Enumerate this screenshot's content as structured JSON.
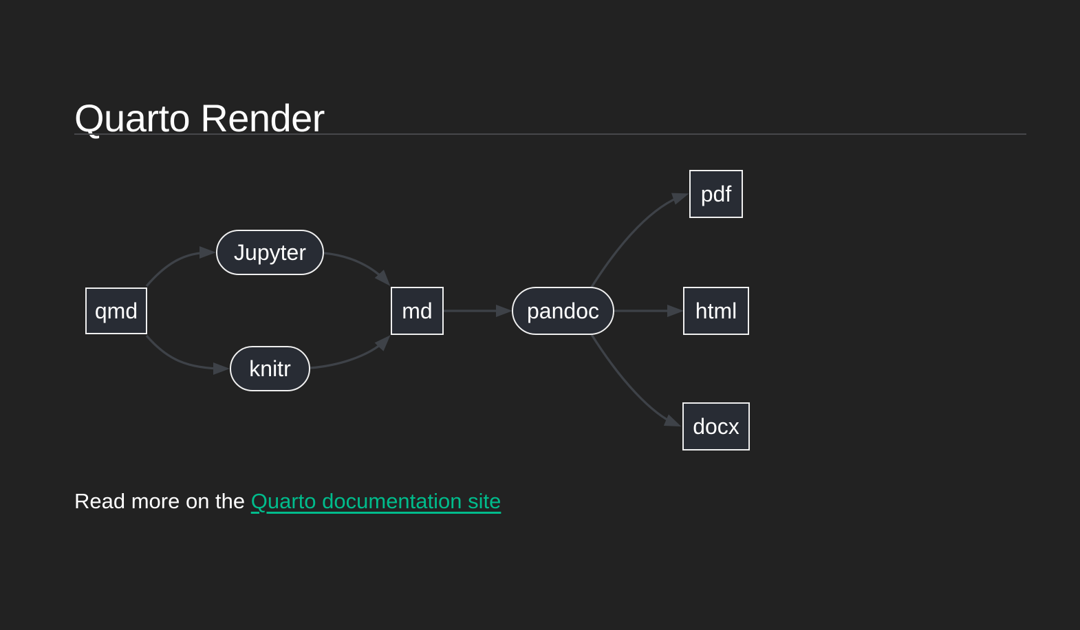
{
  "page": {
    "title": "Quarto Render",
    "background_color": "#222222",
    "text_color": "#ffffff"
  },
  "diagram": {
    "type": "flowchart",
    "direction": "left-to-right",
    "colors": {
      "node_fill": "#282c34",
      "node_border": "#f0f0f0",
      "node_label": "#ffffff",
      "edge": "#3e4248"
    },
    "nodes": [
      {
        "id": "qmd",
        "label": "qmd",
        "shape": "rect"
      },
      {
        "id": "jupyter",
        "label": "Jupyter",
        "shape": "stadium"
      },
      {
        "id": "knitr",
        "label": "knitr",
        "shape": "stadium"
      },
      {
        "id": "md",
        "label": "md",
        "shape": "rect"
      },
      {
        "id": "pandoc",
        "label": "pandoc",
        "shape": "stadium"
      },
      {
        "id": "pdf",
        "label": "pdf",
        "shape": "rect"
      },
      {
        "id": "html",
        "label": "html",
        "shape": "rect"
      },
      {
        "id": "docx",
        "label": "docx",
        "shape": "rect"
      }
    ],
    "edges": [
      {
        "from": "qmd",
        "to": "jupyter"
      },
      {
        "from": "qmd",
        "to": "knitr"
      },
      {
        "from": "jupyter",
        "to": "md"
      },
      {
        "from": "knitr",
        "to": "md"
      },
      {
        "from": "md",
        "to": "pandoc"
      },
      {
        "from": "pandoc",
        "to": "pdf"
      },
      {
        "from": "pandoc",
        "to": "html"
      },
      {
        "from": "pandoc",
        "to": "docx"
      }
    ]
  },
  "footer": {
    "prefix": "Read more on the ",
    "link_text": "Quarto documentation site",
    "link_color": "#00bc8c"
  }
}
